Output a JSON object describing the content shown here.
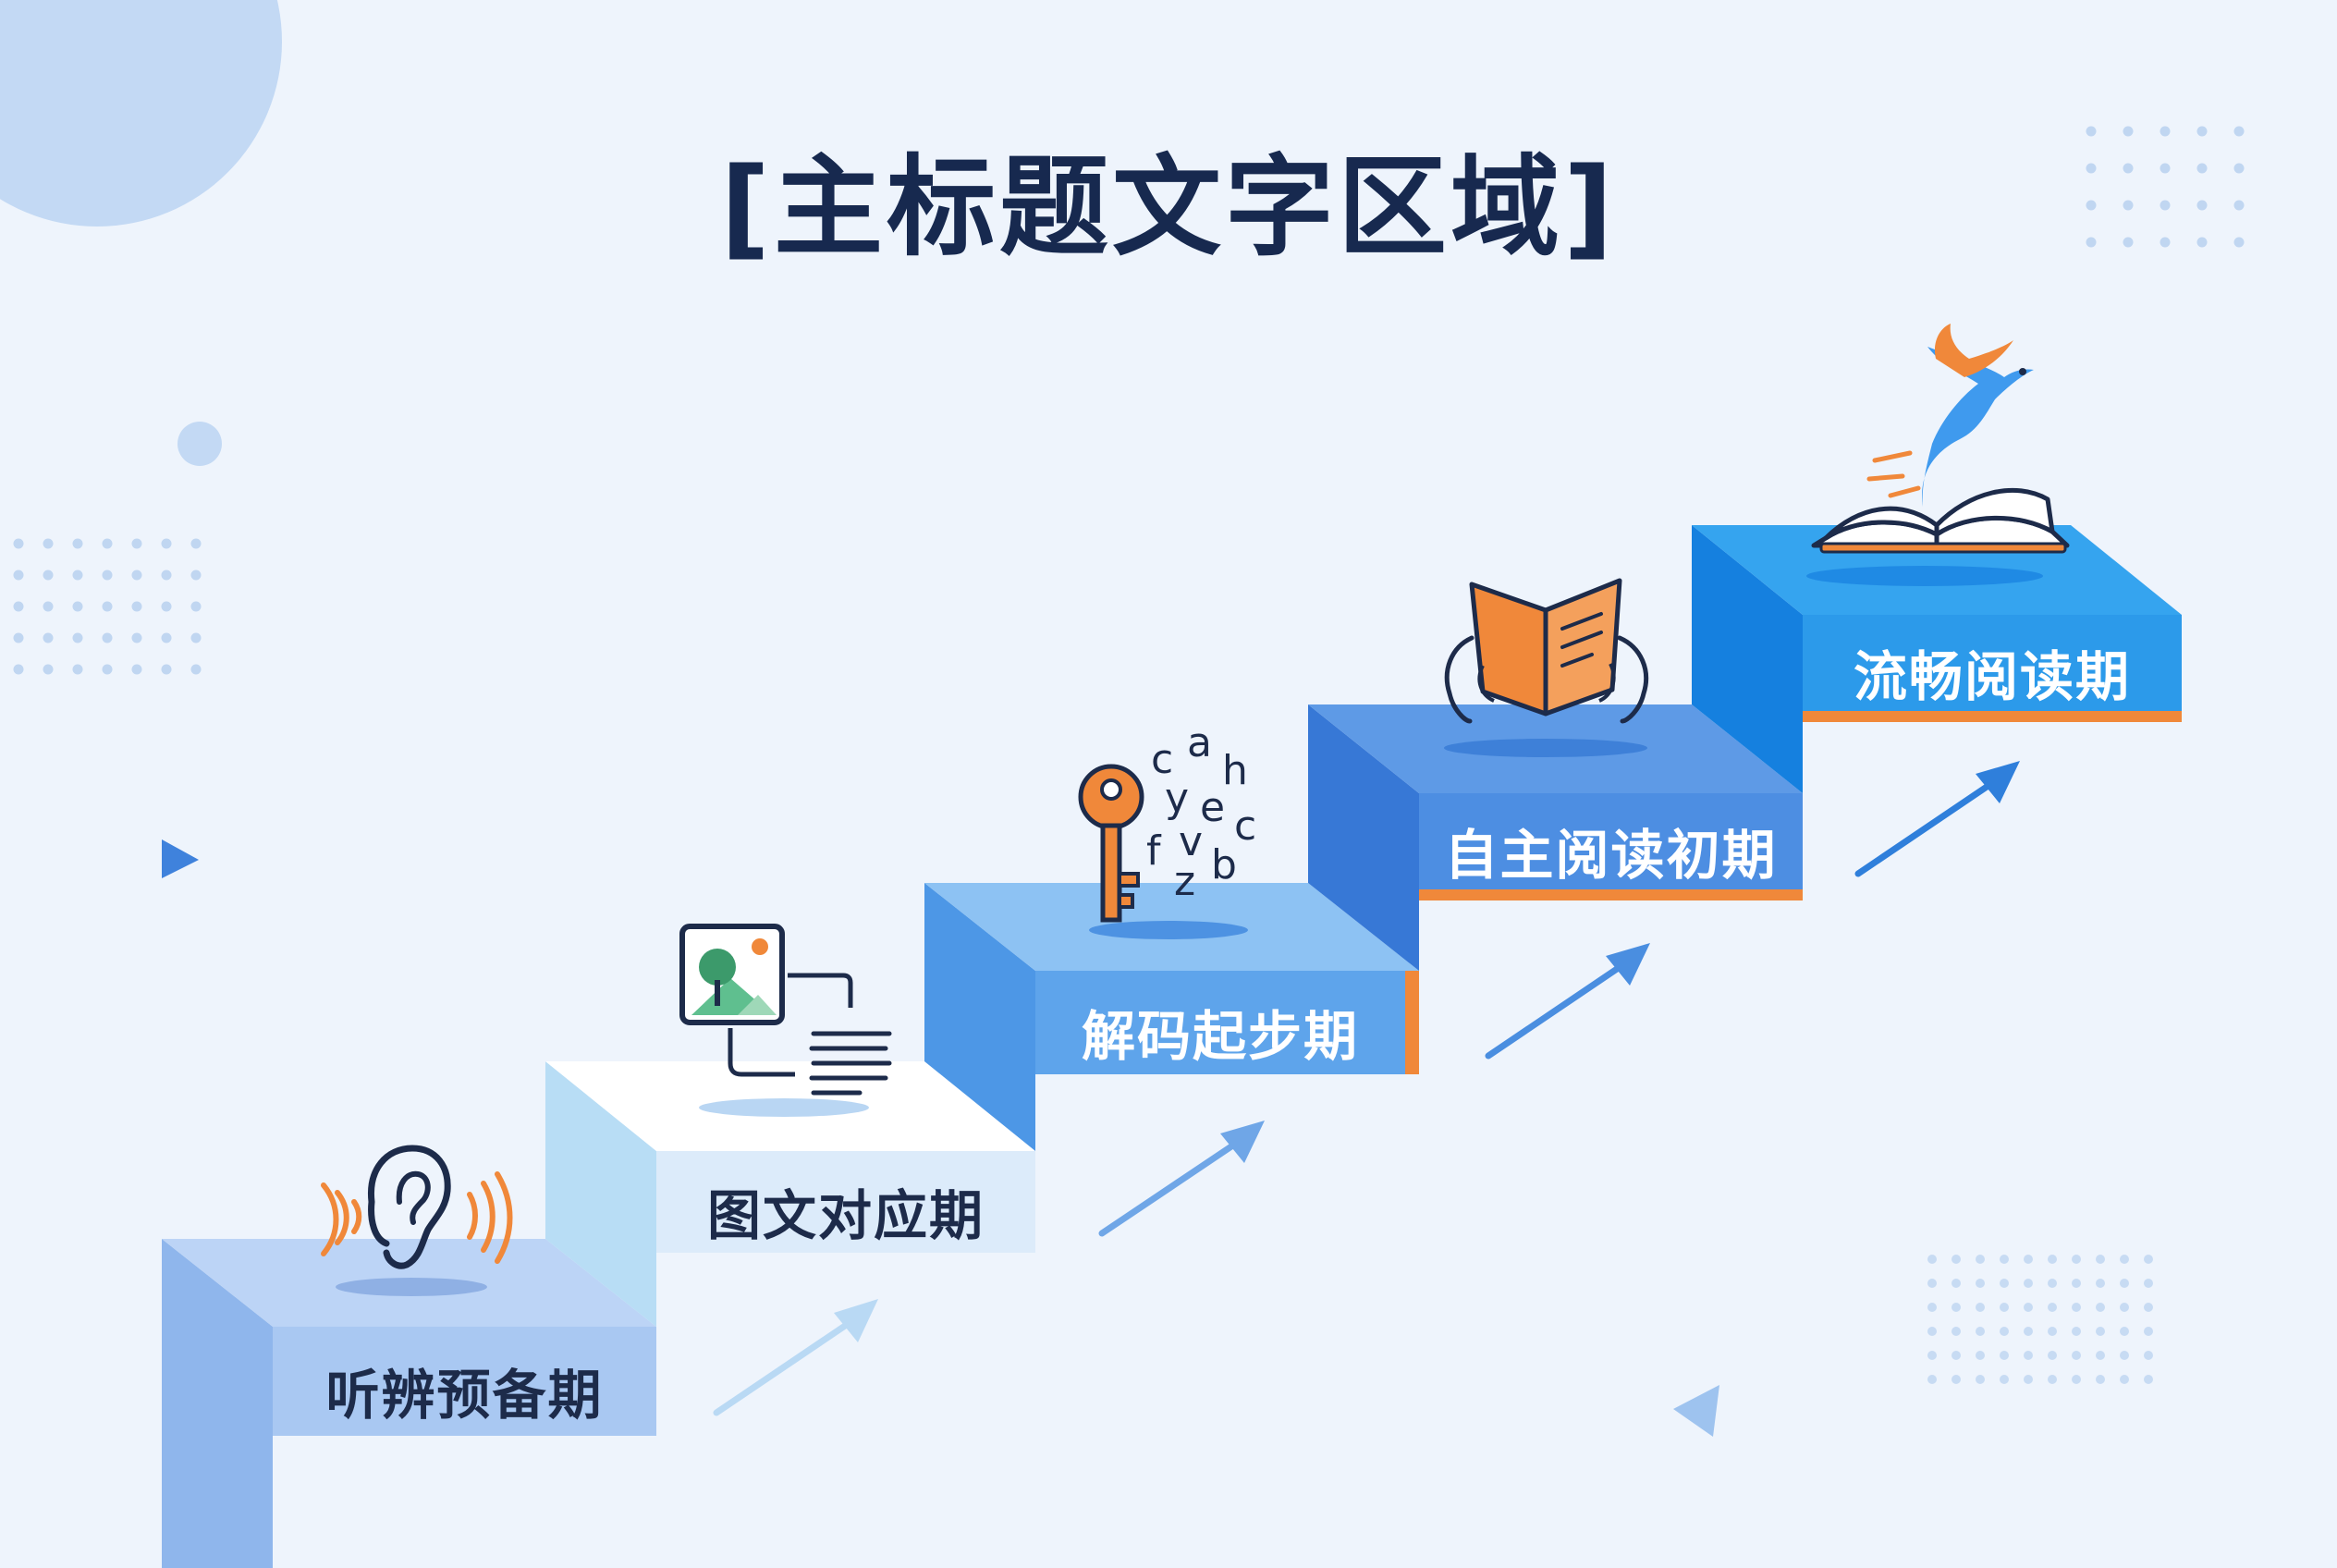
{
  "title": "[主标题文字区域]",
  "steps": [
    {
      "label": "听辨预备期",
      "icon": "ear-icon"
    },
    {
      "label": "图文对应期",
      "icon": "picture-text-icon"
    },
    {
      "label": "解码起步期",
      "icon": "key-letters-icon"
    },
    {
      "label": "自主阅读初期",
      "icon": "hands-book-icon"
    },
    {
      "label": "流畅阅读期",
      "icon": "book-bird-icon"
    }
  ],
  "letters": [
    "c",
    "a",
    "h",
    "y",
    "e",
    "c",
    "f",
    "v",
    "b",
    "z"
  ],
  "colors": {
    "background": "#eef4fc",
    "title": "#17294f",
    "accent_orange": "#f0883a",
    "step_blue": "#2a7fe0",
    "arrow": "#4a8ee0"
  }
}
